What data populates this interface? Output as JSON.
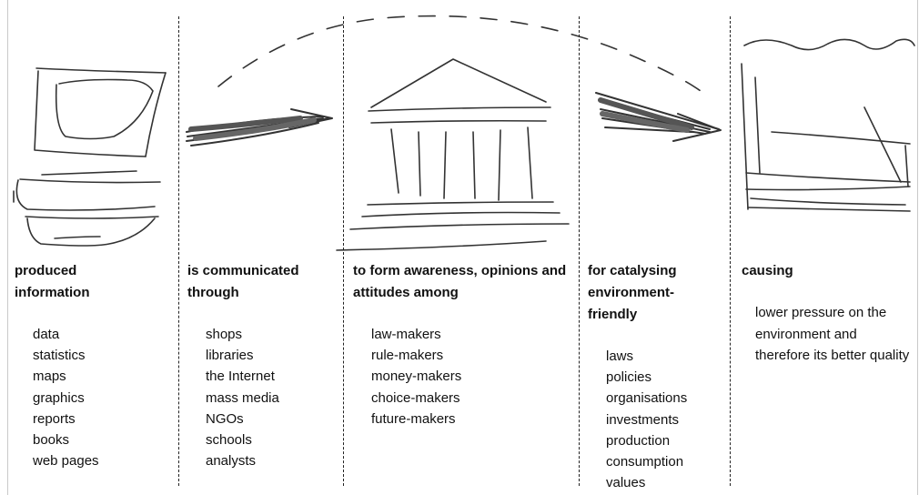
{
  "columns": [
    {
      "heading": "produced information",
      "items": [
        "data",
        "statistics",
        "maps",
        "graphics",
        "reports",
        "books",
        "web pages"
      ]
    },
    {
      "heading": "is communicated through",
      "items": [
        "shops",
        "libraries",
        "the Internet",
        "mass media",
        "NGOs",
        "schools",
        "analysts"
      ]
    },
    {
      "heading": "to form awareness, opinions and attitudes among",
      "items": [
        "law-makers",
        "rule-makers",
        "money-makers",
        "choice-makers",
        "future-makers"
      ]
    },
    {
      "heading": "for catalysing environment-friendly",
      "items": [
        "laws",
        "policies",
        "organisations",
        "investments",
        "production",
        "consumption",
        "values"
      ]
    },
    {
      "heading": "causing",
      "description": "lower pressure on the environment and therefore its better quality"
    }
  ],
  "sketches": [
    "computer-icon",
    "arrow-icon",
    "government-building-icon",
    "arrow-icon",
    "factory-icon"
  ]
}
